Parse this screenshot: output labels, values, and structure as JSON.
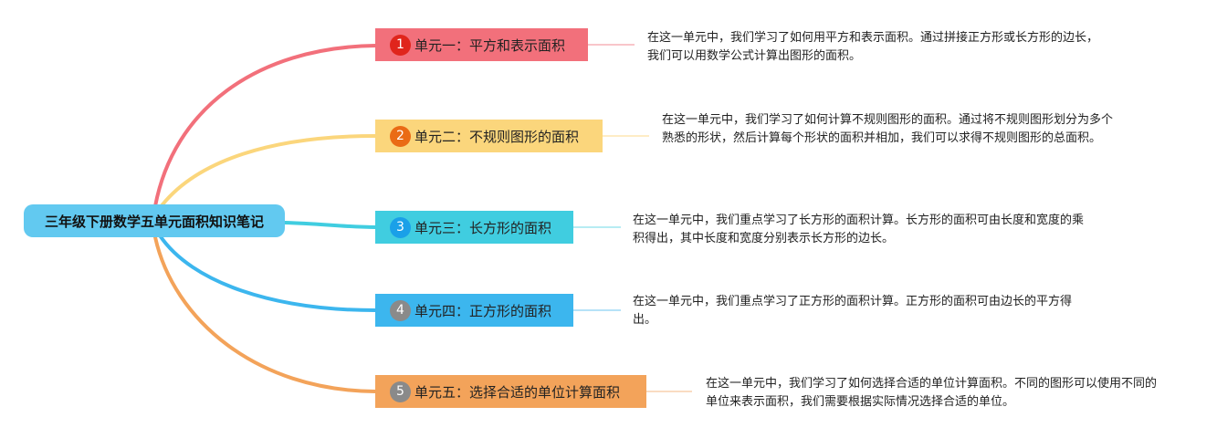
{
  "root": {
    "title": "三年级下册数学五单元面积知识笔记",
    "color": "#62c9f0"
  },
  "units": [
    {
      "num": "1",
      "label": "单元一：平方和表示面积",
      "color": "#f2707b",
      "badge": "#e0251c",
      "desc": "在这一单元中，我们学习了如何用平方和表示面积。通过拼接正方形或长方形的边长，我们可以用数学公式计算出图形的面积。"
    },
    {
      "num": "2",
      "label": "单元二：不规则图形的面积",
      "color": "#fbd67c",
      "badge": "#ea6b15",
      "desc": "在这一单元中，我们学习了如何计算不规则图形的面积。通过将不规则图形划分为多个熟悉的形状，然后计算每个形状的面积并相加，我们可以求得不规则图形的总面积。"
    },
    {
      "num": "3",
      "label": "单元三：长方形的面积",
      "color": "#40cde0",
      "badge": "#1aa0e8",
      "desc": "在这一单元中，我们重点学习了长方形的面积计算。长方形的面积可由长度和宽度的乘积得出，其中长度和宽度分别表示长方形的边长。"
    },
    {
      "num": "4",
      "label": "单元四：正方形的面积",
      "color": "#3cb6ee",
      "badge": "#8a8a8a",
      "desc": "在这一单元中，我们重点学习了正方形的面积计算。正方形的面积可由边长的平方得出。"
    },
    {
      "num": "5",
      "label": "单元五：选择合适的单位计算面积",
      "color": "#f3a35a",
      "badge": "#8a8a8a",
      "desc": "在这一单元中，我们学习了如何选择合适的单位计算面积。不同的图形可以使用不同的单位来表示面积，我们需要根据实际情况选择合适的单位。"
    }
  ]
}
